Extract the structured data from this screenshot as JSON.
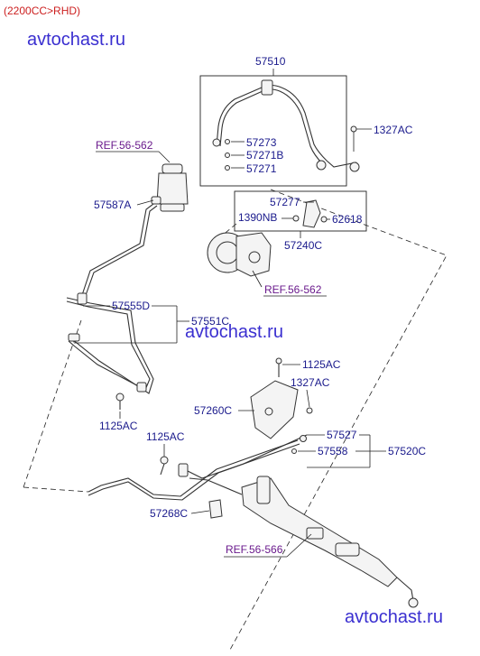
{
  "header": {
    "variant": "(2200CC>RHD)"
  },
  "watermark": "avtochast.ru",
  "labels": {
    "p57510": "57510",
    "p1327AC_top": "1327AC",
    "p57273": "57273",
    "p57271B": "57271B",
    "p57271": "57271",
    "p57277": "57277",
    "p1390NB": "1390NB",
    "p62618": "62618",
    "p57240C": "57240C",
    "p57587A": "57587A",
    "p57555D": "57555D",
    "p57551C": "57551C",
    "p1125AC_a": "1125AC",
    "p1327AC_mid": "1327AC",
    "p57260C": "57260C",
    "p1125AC_left": "1125AC",
    "p1125AC_b": "1125AC",
    "p57527": "57527",
    "p57558": "57558",
    "p57520C": "57520C",
    "p57268C": "57268C"
  },
  "refs": {
    "ref_top": "REF.56-562",
    "ref_pump": "REF.56-562",
    "ref_bottom": "REF.56-566"
  },
  "colors": {
    "part_label": "#1a1a8c",
    "ref_label": "#6a1a8c",
    "header": "#cc1f1f",
    "watermark": "#3a2fd0"
  }
}
